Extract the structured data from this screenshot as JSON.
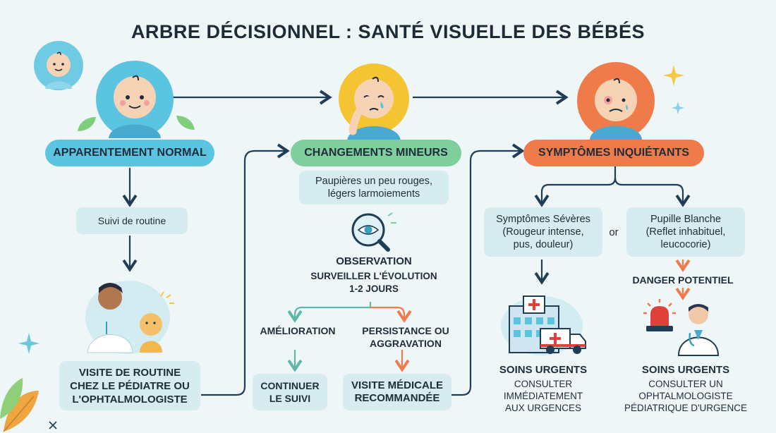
{
  "title": "ARBRE DÉCISIONNEL : SANTÉ VISUELLE DES BÉBÉS",
  "col1": {
    "header": "APPARENTEMENT NORMAL",
    "routine": "Suivi de routine",
    "visit_line1": "VISITE DE ROUTINE",
    "visit_line2": "CHEZ LE PÉDIATRE OU",
    "visit_line3": "L'OPHTALMOLOGISTE"
  },
  "col2": {
    "header": "CHANGEMENTS MINEURS",
    "desc_line1": "Paupières un peu rouges,",
    "desc_line2": "légers larmoiements",
    "observation": "OBSERVATION",
    "observe_line1": "SURVEILLER L'ÉVOLUTION",
    "observe_line2": "1-2 JOURS",
    "improve": "AMÉLIORATION",
    "persist_line1": "PERSISTANCE OU",
    "persist_line2": "AGGRAVATION",
    "continue_line1": "CONTINUER",
    "continue_line2": "LE SUIVI",
    "medical_line1": "VISITE MÉDICALE",
    "medical_line2": "RECOMMANDÉE"
  },
  "col3": {
    "header": "SYMPTÔMES INQUIÉTANTS",
    "severe_line1": "Symptômes Sévères",
    "severe_line2": "(Rougeur intense,",
    "severe_line3": "pus, douleur)",
    "or": "or",
    "pupil_line1": "Pupille Blanche",
    "pupil_line2": "(Reflet inhabituel,",
    "pupil_line3": "leucocorie)",
    "danger": "DANGER POTENTIEL",
    "urgent1_title": "SOINS URGENTS",
    "urgent1_line1": "CONSULTER",
    "urgent1_line2": "IMMÉDIATEMENT",
    "urgent1_line3": "AUX URGENCES",
    "urgent2_title": "SOINS URGENTS",
    "urgent2_line1": "CONSULTER UN",
    "urgent2_line2": "OPHTALMOLOGISTE",
    "urgent2_line3": "PÉDIATRIQUE D'URGENCE"
  },
  "colors": {
    "blue": "#5bc4e0",
    "green": "#7fcf9e",
    "orange": "#f07b4a",
    "box": "#d7ecee",
    "line": "#1f3d55"
  },
  "icons": [
    "baby-icon",
    "crying-baby-icon",
    "sick-baby-icon",
    "magnifier-eye-icon",
    "doctor-baby-icon",
    "hospital-icon",
    "ambulance-icon",
    "alarm-icon",
    "doctor-icon",
    "leaf-icon",
    "sparkle-icon"
  ]
}
